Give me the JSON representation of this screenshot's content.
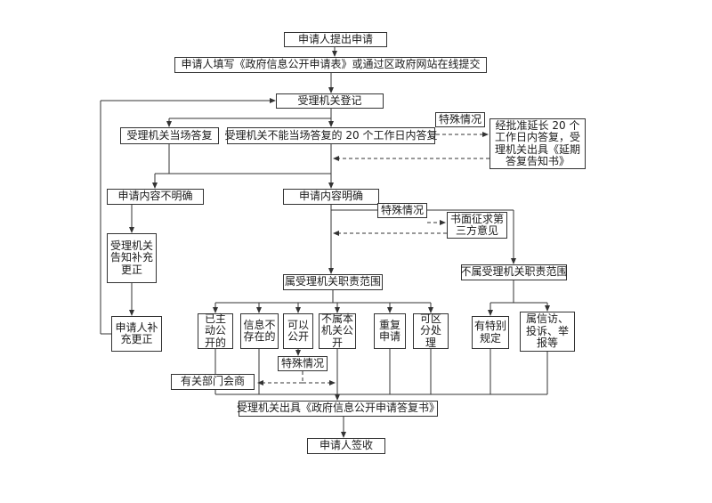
{
  "title": "政府信息公开申请流程图",
  "colors": {
    "line": "#333333",
    "box_border": "#333333",
    "background": "#ffffff",
    "text": "#1a1a1a"
  },
  "nodes": {
    "submit": "申请人提出申请",
    "fill_form": "申请人填写《政府信息公开申请表》或通过区政府网站在线提交",
    "register": "受理机关登记",
    "onsite_reply": "受理机关当场答复",
    "deadline_reply": "受理机关不能当场答复的 20 个工作日内答复",
    "special_case_top": "特殊情况",
    "extension_reply": "经批准延长 20 个工作日内答复，受理机关出具《延期答复告知书》",
    "content_unclear": "申请内容不明确",
    "content_clear": "申请内容明确",
    "special_case_mid": "特殊情况",
    "third_party_opinion": "书面征求第三方意见",
    "notify_correction": "受理机关告知补充更正",
    "in_scope": "属受理机关职责范围",
    "out_of_scope": "不属受理机关职责范围",
    "applicant_correction": "申请人补充更正",
    "already_disclosed": "已主动公开的",
    "info_not_exist": "信息不存在的",
    "can_disclose": "可以公开",
    "not_this_agency": "不属本机关公开",
    "repeated_request": "重复申请",
    "separable_handling": "可区分处理",
    "special_provisions": "有特别规定",
    "petition_complaint": "属信访、投诉、举报等",
    "special_case_bottom": "特殊情况",
    "dept_consultation": "有关部门会商",
    "issue_reply": "受理机关出具《政府信息公开申请答复书》",
    "sign_receipt": "申请人签收"
  }
}
